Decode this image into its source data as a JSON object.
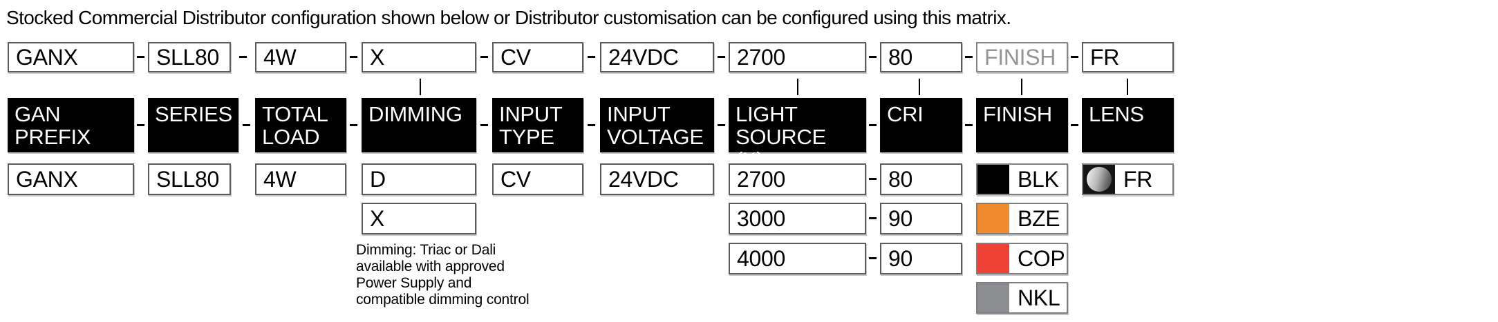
{
  "title": "Stocked Commercial Distributor configuration shown below or Distributor customisation can be configured using this matrix.",
  "top_code": [
    "GANX",
    "SLL80",
    "4W",
    "X",
    "CV",
    "24VDC",
    "2700",
    "80",
    "FINISH",
    "FR"
  ],
  "headers": [
    "GAN PREFIX",
    "SERIES",
    "TOTAL LOAD",
    "DIMMING",
    "INPUT TYPE",
    "INPUT VOLTAGE",
    "LIGHT SOURCE (K)",
    "CRI",
    "FINISH",
    "LENS"
  ],
  "options": {
    "gan_prefix": "GANX",
    "series": "SLL80",
    "total_load": "4W",
    "dimming": [
      "D",
      "X"
    ],
    "dimming_note_lines": [
      "Dimming: Triac or Dali",
      "available with approved",
      "Power Supply and",
      "compatible dimming control"
    ],
    "input_type": "CV",
    "input_voltage": "24VDC",
    "light_source": [
      "2700",
      "3000",
      "4000"
    ],
    "cri": [
      "80",
      "90",
      "90"
    ],
    "finish": [
      {
        "code": "BLK",
        "color": "#000000"
      },
      {
        "code": "BZE",
        "color": "#EF8B2D"
      },
      {
        "code": "COP",
        "color": "#EF4136"
      },
      {
        "code": "NKL",
        "color": "#8B8D90"
      }
    ],
    "lens": {
      "code": "FR"
    }
  },
  "colors": {
    "placeholder_text": "#939598",
    "header_bg": "#000000",
    "header_text": "#FFFFFF"
  }
}
